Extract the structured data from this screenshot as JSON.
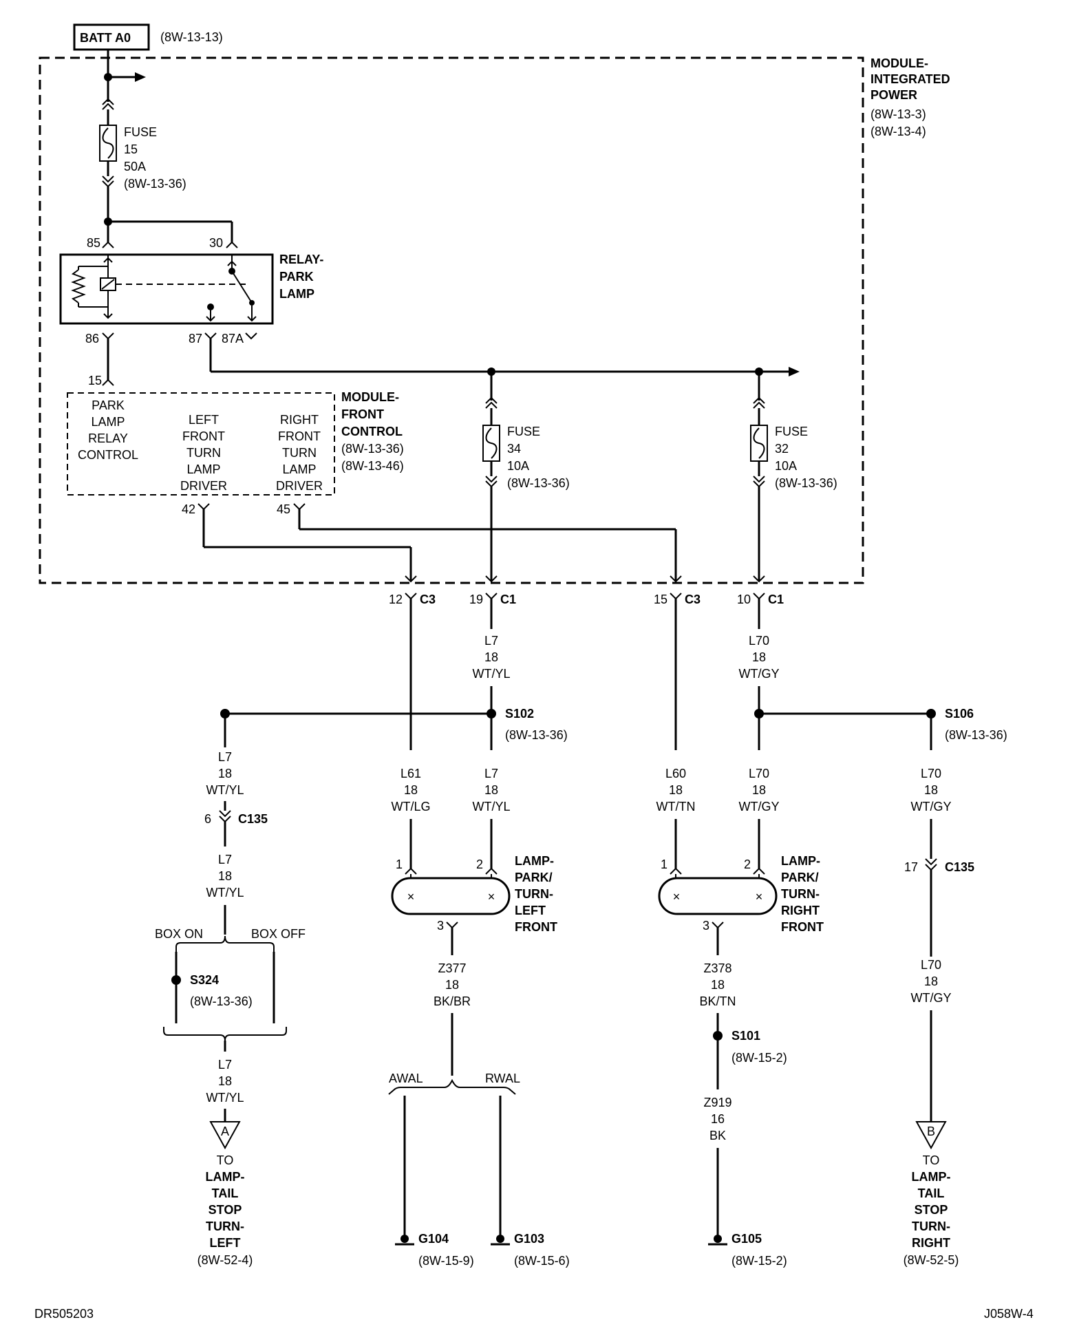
{
  "batt": {
    "label": "BATT A0",
    "ref": "(8W-13-13)"
  },
  "ipm": {
    "title": [
      "MODULE-",
      "INTEGRATED",
      "POWER"
    ],
    "refs": [
      "(8W-13-3)",
      "(8W-13-4)"
    ]
  },
  "fuse15": {
    "lines": [
      "FUSE",
      "15",
      "50A",
      "(8W-13-36)"
    ]
  },
  "relay": {
    "title": [
      "RELAY-",
      "PARK",
      "LAMP"
    ],
    "pins": {
      "p85": "85",
      "p30": "30",
      "p86": "86",
      "p87": "87",
      "p87a": "87A"
    }
  },
  "fcm": {
    "pin15": "15",
    "title": [
      "MODULE-",
      "FRONT",
      "CONTROL",
      "(8W-13-36)",
      "(8W-13-46)"
    ],
    "col1": [
      "PARK",
      "LAMP",
      "RELAY",
      "CONTROL"
    ],
    "col2": [
      "LEFT",
      "FRONT",
      "TURN",
      "LAMP",
      "DRIVER"
    ],
    "col3": [
      "RIGHT",
      "FRONT",
      "TURN",
      "LAMP",
      "DRIVER"
    ],
    "pin42": "42",
    "pin45": "45"
  },
  "fuse34": {
    "lines": [
      "FUSE",
      "34",
      "10A",
      "(8W-13-36)"
    ]
  },
  "fuse32": {
    "lines": [
      "FUSE",
      "32",
      "10A",
      "(8W-13-36)"
    ]
  },
  "connectors": {
    "c12": {
      "pin": "12",
      "name": "C3"
    },
    "c19": {
      "pin": "19",
      "name": "C1"
    },
    "c15": {
      "pin": "15",
      "name": "C3"
    },
    "c10": {
      "pin": "10",
      "name": "C1"
    }
  },
  "wires": {
    "l7_top": [
      "L7",
      "18",
      "WT/YL"
    ],
    "l70_top": [
      "L70",
      "18",
      "WT/GY"
    ],
    "l7_left1": [
      "L7",
      "18",
      "WT/YL"
    ],
    "l7_left2": [
      "L7",
      "18",
      "WT/YL"
    ],
    "l7_left3": [
      "L7",
      "18",
      "WT/YL"
    ],
    "l61": [
      "L61",
      "18",
      "WT/LG"
    ],
    "l7_mid": [
      "L7",
      "18",
      "WT/YL"
    ],
    "l60": [
      "L60",
      "18",
      "WT/TN"
    ],
    "l70_mid": [
      "L70",
      "18",
      "WT/GY"
    ],
    "l70_right1": [
      "L70",
      "18",
      "WT/GY"
    ],
    "l70_right2": [
      "L70",
      "18",
      "WT/GY"
    ],
    "z377": [
      "Z377",
      "18",
      "BK/BR"
    ],
    "z378": [
      "Z378",
      "18",
      "BK/TN"
    ],
    "z919": [
      "Z919",
      "16",
      "BK"
    ]
  },
  "splices": {
    "s102": {
      "name": "S102",
      "ref": "(8W-13-36)"
    },
    "s106": {
      "name": "S106",
      "ref": "(8W-13-36)"
    },
    "s324": {
      "name": "S324",
      "ref": "(8W-13-36)"
    },
    "s101": {
      "name": "S101",
      "ref": "(8W-15-2)"
    }
  },
  "c135": {
    "left_pin": "6",
    "right_pin": "17",
    "name": "C135"
  },
  "box": {
    "on": "BOX ON",
    "off": "BOX OFF"
  },
  "lamp_left": {
    "pin1": "1",
    "pin2": "2",
    "pin3": "3",
    "title": [
      "LAMP-",
      "PARK/",
      "TURN-",
      "LEFT",
      "FRONT"
    ]
  },
  "lamp_right": {
    "pin1": "1",
    "pin2": "2",
    "pin3": "3",
    "title": [
      "LAMP-",
      "PARK/",
      "TURN-",
      "RIGHT",
      "FRONT"
    ]
  },
  "wal": {
    "awal": "AWAL",
    "rwal": "RWAL"
  },
  "grounds": {
    "g104": {
      "name": "G104",
      "ref": "(8W-15-9)"
    },
    "g103": {
      "name": "G103",
      "ref": "(8W-15-6)"
    },
    "g105": {
      "name": "G105",
      "ref": "(8W-15-2)"
    }
  },
  "conn_a": {
    "letter": "A",
    "to": "TO",
    "title": [
      "LAMP-",
      "TAIL",
      "STOP",
      "TURN-",
      "LEFT"
    ],
    "ref": "(8W-52-4)"
  },
  "conn_b": {
    "letter": "B",
    "to": "TO",
    "title": [
      "LAMP-",
      "TAIL",
      "STOP",
      "TURN-",
      "RIGHT"
    ],
    "ref": "(8W-52-5)"
  },
  "footer": {
    "left": "DR505203",
    "right": "J058W-4"
  }
}
